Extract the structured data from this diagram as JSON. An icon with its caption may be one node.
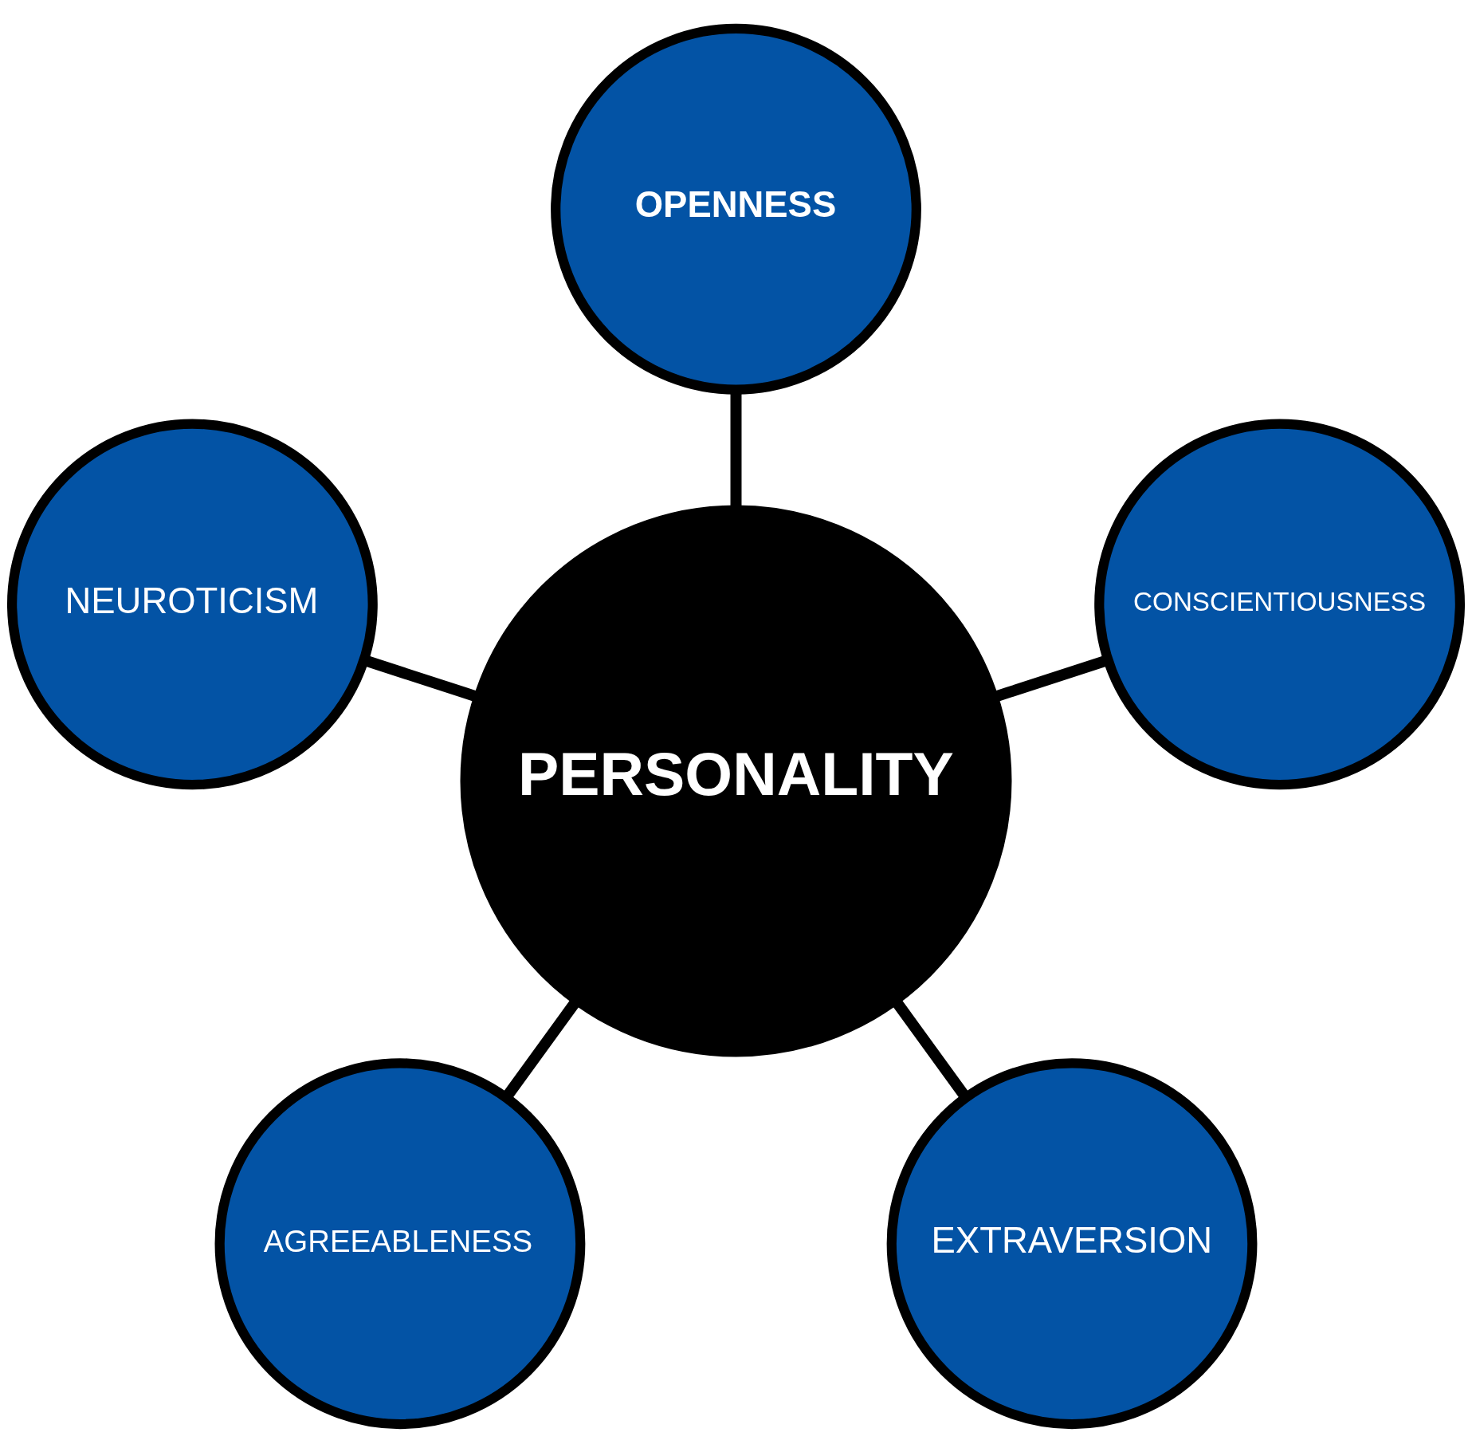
{
  "diagram": {
    "nodes": [
      {
        "text": [
          "OPENNESS"
        ]
      },
      {
        "text": [
          "NEUROTICISM"
        ]
      },
      {
        "text": [
          "CONSCIENTIOUSNESS"
        ]
      },
      {
        "text": [
          "PERSONALITY"
        ]
      },
      {
        "text": [
          "AGREEABLENESS"
        ]
      },
      {
        "text": [
          "EXTRAVERSION"
        ]
      }
    ],
    "edges": [
      {
        "from": 3,
        "to": 0,
        "arrow": "none"
      },
      {
        "from": 3,
        "to": 2,
        "arrow": "none"
      },
      {
        "from": 3,
        "to": 5,
        "arrow": "none"
      },
      {
        "from": 3,
        "to": 4,
        "arrow": "none"
      },
      {
        "from": 3,
        "to": 1,
        "arrow": "none"
      }
    ]
  }
}
